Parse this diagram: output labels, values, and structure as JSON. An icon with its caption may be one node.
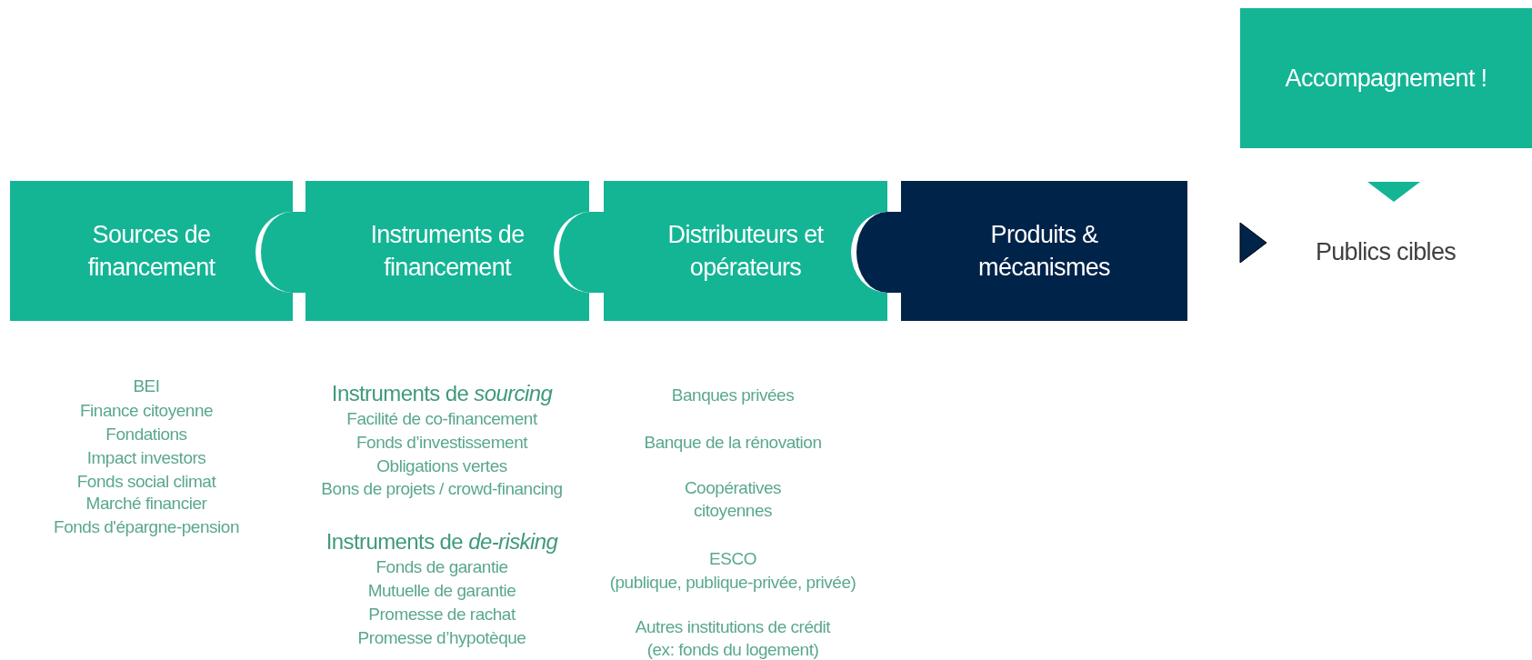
{
  "diagram": {
    "nodes": [
      {
        "text": [
          "Sources de financement"
        ]
      },
      {
        "text": [
          "Instruments de financement"
        ]
      },
      {
        "text": [
          "Distributeurs et opérateurs"
        ]
      },
      {
        "text": [
          "Produits & mécanismes"
        ]
      },
      {
        "text": [
          "Accompagnement !"
        ]
      },
      {
        "text": [
          "Publics cibles"
        ]
      },
      {
        "text": [],
        "shape": "tab"
      },
      {
        "text": [],
        "shape": "tab"
      },
      {
        "text": [],
        "shape": "tab"
      }
    ],
    "edges": [
      {
        "from": 3,
        "to": 5,
        "arrow": "to"
      },
      {
        "from": 4,
        "to": 5,
        "arrow": "to"
      }
    ],
    "labels": [
      "BEI",
      "Finance citoyenne",
      "Fondations",
      "Impact investors",
      "Fonds social climat",
      "Marché financier",
      "Fonds d'épargne-pension",
      "Instruments de *sourcing*",
      "Facilité de co-financement",
      "Fonds d’investissement",
      "Obligations vertes",
      "Bons de projets / crowd-financing",
      "Instruments de *de-risking*",
      "Fonds de garantie",
      "Mutuelle de garantie",
      "Promesse de rachat",
      "Promesse d’hypotèque",
      "Banques privées",
      "Banque de la rénovation",
      "Coopératives citoyennes",
      "ESCO",
      "(publique, publique-privée, privée)",
      "Autres institutions de crédit",
      "(ex: fonds du logement)"
    ]
  }
}
